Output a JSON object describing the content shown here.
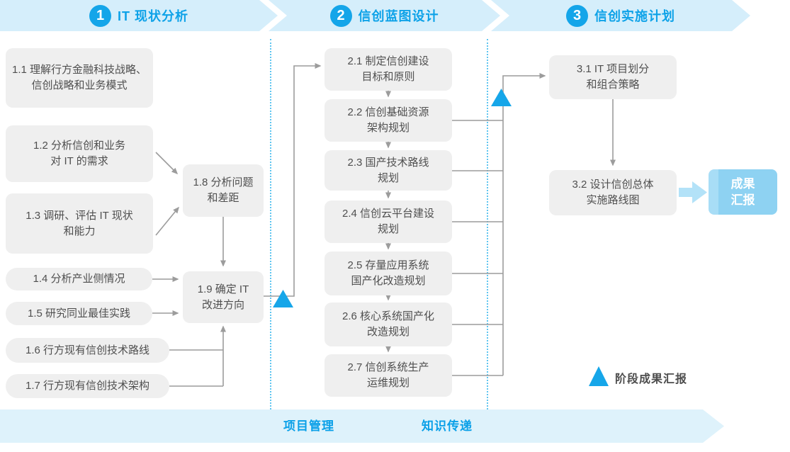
{
  "header": {
    "phases": [
      {
        "number": "1",
        "title": "IT 现状分析"
      },
      {
        "number": "2",
        "title": "信创蓝图设计"
      },
      {
        "number": "3",
        "title": "信创实施计划"
      }
    ]
  },
  "phase1": {
    "boxes": [
      {
        "label": "1.1 理解行方金融科技战略、\n信创战略和业务模式"
      },
      {
        "label": "1.2 分析信创和业务\n对 IT 的需求"
      },
      {
        "label": "1.3 调研、评估 IT 现状\n和能力"
      },
      {
        "label": "1.4 分析产业侧情况"
      },
      {
        "label": "1.5 研究同业最佳实践"
      },
      {
        "label": "1.6 行方现有信创技术路线"
      },
      {
        "label": "1.7 行方现有信创技术架构"
      },
      {
        "label": "1.8 分析问题\n和差距"
      },
      {
        "label": "1.9 确定 IT\n改进方向"
      }
    ]
  },
  "phase2": {
    "boxes": [
      {
        "label": "2.1 制定信创建设\n目标和原则"
      },
      {
        "label": "2.2 信创基础资源\n架构规划"
      },
      {
        "label": "2.3 国产技术路线\n规划"
      },
      {
        "label": "2.4 信创云平台建设\n规划"
      },
      {
        "label": "2.5 存量应用系统\n国产化改造规划"
      },
      {
        "label": "2.6 核心系统国产化\n改造规划"
      },
      {
        "label": "2.7 信创系统生产\n运维规划"
      }
    ]
  },
  "phase3": {
    "boxes": [
      {
        "label": "3.1 IT 项目划分\n和组合策略"
      },
      {
        "label": "3.2 设计信创总体\n实施路线图"
      }
    ],
    "result_label": "成果\n汇报"
  },
  "footer": {
    "items": [
      "项目管理",
      "知识传递"
    ]
  },
  "legend": {
    "label": "阶段成果汇报"
  },
  "colors": {
    "accent_blue": "#10a3e9",
    "banner_bg": "#d5eefb",
    "box_bg": "#efefef",
    "box_text": "#4f4f4f",
    "connector_gray": "#9c9c9c",
    "milestone_triangle": "#16a6e9",
    "dotted_separator": "#5fc5f0",
    "result_box_bg": "#8ed2f2",
    "fat_arrow": "#b3e2f8"
  }
}
